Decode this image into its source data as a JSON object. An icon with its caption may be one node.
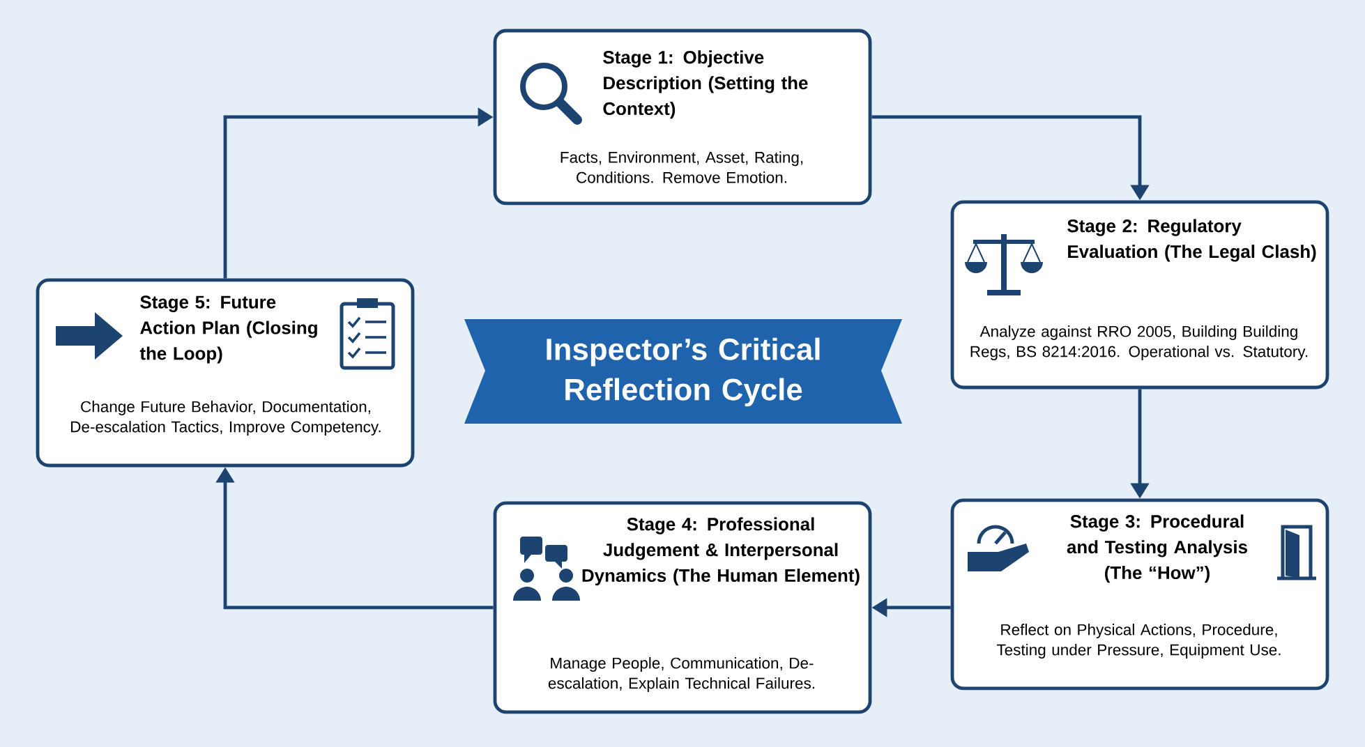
{
  "diagram": {
    "title": "Inspector’s Critical Reflection Cycle",
    "nodes": [
      {
        "text": [
          "Stage 1: Objective Description (Setting the Context)",
          "Facts, Environment, Asset, Rating, Conditions. Remove Emotion."
        ]
      },
      {
        "text": [
          "Stage 2: Regulatory Evaluation (The Legal Clash)",
          "Analyze against RRO 2005, Building Building Regs, BS 8214:2016. Operational vs. Statutory."
        ]
      },
      {
        "text": [
          "Stage 3: Procedural and Testing Analysis (The “How”)",
          "Reflect on Physical Actions, Procedure, Testing under Pressure, Equipment Use."
        ]
      },
      {
        "text": [
          "Stage 4: Professional Judgement & Interpersonal Dynamics (The Human Element)",
          "Manage People, Communication, De-escalation, Explain Technical Failures."
        ]
      },
      {
        "text": [
          "Stage 5: Future Action Plan (Closing the Loop)",
          "Change Future Behavior, Documentation, De-escalation Tactics, Improve Competency."
        ]
      }
    ],
    "edges": [
      {
        "from": 0,
        "to": 1,
        "arrow": "to"
      },
      {
        "from": 1,
        "to": 2,
        "arrow": "to"
      },
      {
        "from": 2,
        "to": 3,
        "arrow": "to"
      },
      {
        "from": 3,
        "to": 4,
        "arrow": "to"
      },
      {
        "from": 4,
        "to": 0,
        "arrow": "to"
      }
    ]
  }
}
